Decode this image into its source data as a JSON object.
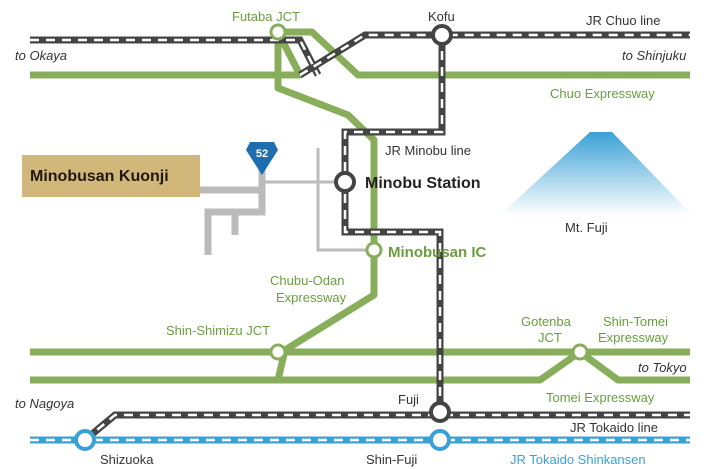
{
  "colors": {
    "expressway": "#88ae5c",
    "jr_line_dark": "#444444",
    "jr_line_dash": "#ffffff",
    "shinkansen": "#3aa1d6",
    "local_road": "#bbbbbb",
    "station_ring": "#444444",
    "ic_ring": "#88ae5c",
    "kuonji_box": "#d2b77a",
    "fuji_top": "#3aa1d6",
    "fuji_bottom": "#ffffff",
    "route_shield": "#1f6fb0"
  },
  "labels": {
    "futaba_jct": "Futaba JCT",
    "kofu": "Kofu",
    "jr_chuo_line": "JR Chuo line",
    "to_okaya": "to Okaya",
    "to_shinjuku": "to Shinjuku",
    "chuo_expressway": "Chuo Expressway",
    "route_52": "52",
    "jr_minobu_line": "JR Minobu line",
    "minobusan_kuonji": "Minobusan Kuonji",
    "minobu_station": "Minobu Station",
    "mt_fuji": "Mt. Fuji",
    "minobusan_ic": "Minobusan IC",
    "chubu_odan_1": "Chubu-Odan",
    "chubu_odan_2": "Expressway",
    "gotenba_1": "Gotenba",
    "gotenba_2": "JCT",
    "shin_tomei_1": "Shin-Tomei",
    "shin_tomei_2": "Expressway",
    "shin_shimizu_jct": "Shin-Shimizu JCT",
    "to_tokyo": "to Tokyo",
    "to_nagoya": "to Nagoya",
    "fuji": "Fuji",
    "tomei_expressway": "Tomei Expressway",
    "jr_tokaido_line": "JR Tokaido line",
    "shizuoka": "Shizuoka",
    "shin_fuji": "Shin-Fuji",
    "jr_tokaido_shinkansen": "JR Tokaido Shinkansen"
  }
}
